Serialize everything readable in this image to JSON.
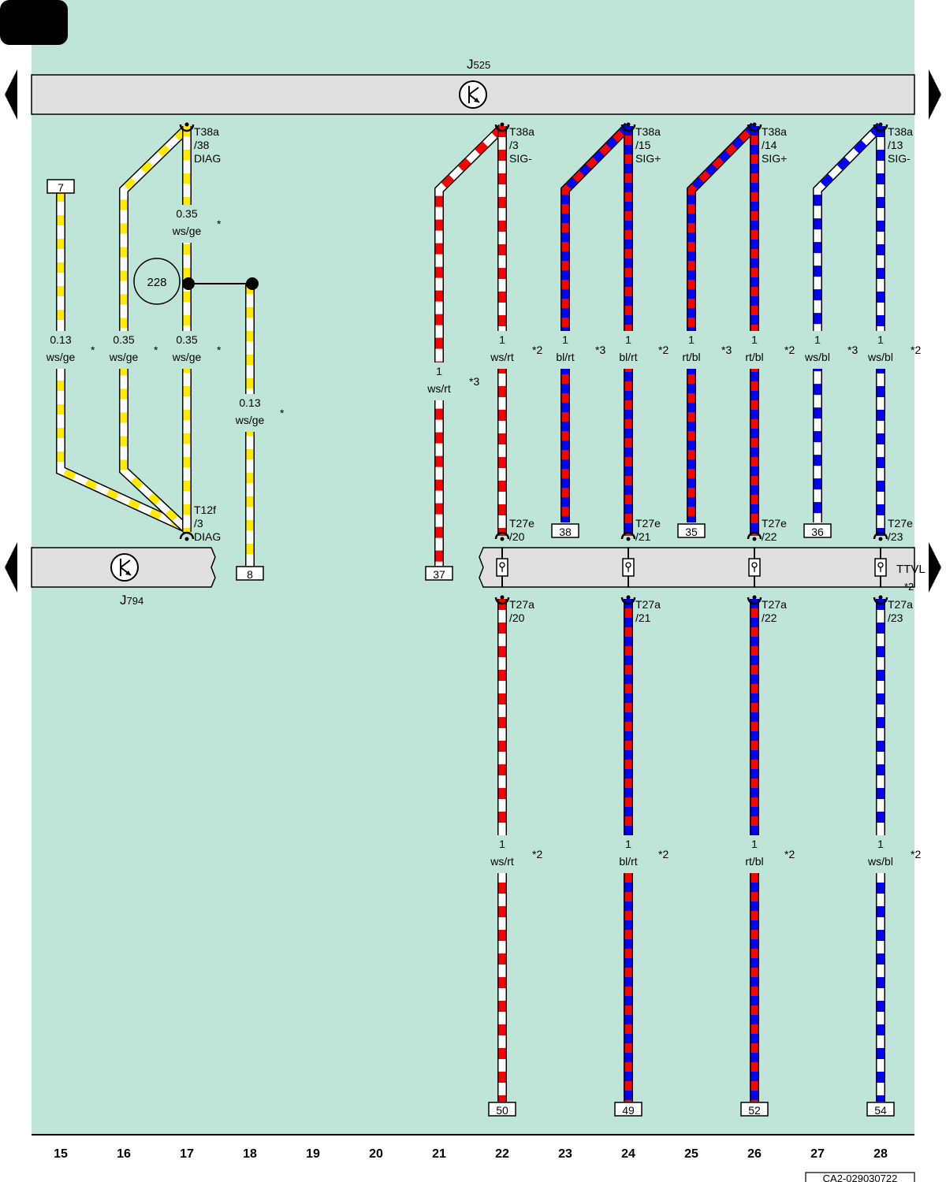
{
  "drawing_id": "CA2-029030722",
  "colors": {
    "background": "#bfe5d8",
    "component": "#e0e0e0",
    "white": "#ffffff",
    "yellow": "#ffea00",
    "red": "#ff0000",
    "blue": "#0000ff",
    "ink": "#000000"
  },
  "components": {
    "j525": {
      "name": "J",
      "sub": "525",
      "icon": "gateway-icon"
    },
    "j794": {
      "name": "J",
      "sub": "794",
      "icon": "gateway-icon"
    },
    "ttvl": {
      "name": "TTVL",
      "note": "*2"
    }
  },
  "ground_point": "228",
  "columns": [
    "15",
    "16",
    "17",
    "18",
    "19",
    "20",
    "21",
    "22",
    "23",
    "24",
    "25",
    "26",
    "27",
    "28"
  ],
  "pins_top": [
    {
      "col": "17",
      "l1": "T38a",
      "l2": "/38",
      "l3": "DIAG"
    },
    {
      "col": "22",
      "l1": "T38a",
      "l2": "/3",
      "l3": "SIG-"
    },
    {
      "col": "24",
      "l1": "T38a",
      "l2": "/15",
      "l3": "SIG+"
    },
    {
      "col": "26",
      "l1": "T38a",
      "l2": "/14",
      "l3": "SIG+"
    },
    {
      "col": "28",
      "l1": "T38a",
      "l2": "/13",
      "l3": "SIG-"
    }
  ],
  "pins_j794": [
    {
      "col": "17",
      "l1": "T12f",
      "l2": "/3",
      "l3": "DIAG"
    }
  ],
  "pins_ttvl_top": [
    {
      "col": "22",
      "l1": "T27e",
      "l2": "/20"
    },
    {
      "col": "24",
      "l1": "T27e",
      "l2": "/21"
    },
    {
      "col": "26",
      "l1": "T27e",
      "l2": "/22"
    },
    {
      "col": "28",
      "l1": "T27e",
      "l2": "/23"
    }
  ],
  "pins_ttvl_bottom": [
    {
      "col": "22",
      "l1": "T27a",
      "l2": "/20"
    },
    {
      "col": "24",
      "l1": "T27a",
      "l2": "/21"
    },
    {
      "col": "26",
      "l1": "T27a",
      "l2": "/22"
    },
    {
      "col": "28",
      "l1": "T27a",
      "l2": "/23"
    }
  ],
  "wire_labels": [
    {
      "col": "15",
      "size": "0.13",
      "color": "ws/ge",
      "note": "*"
    },
    {
      "col": "16",
      "size": "0.35",
      "color": "ws/ge",
      "note": "*"
    },
    {
      "col": "17",
      "size": "0.35",
      "color": "ws/ge",
      "note": "*"
    },
    {
      "col": "17",
      "size": "0.35",
      "color": "ws/ge",
      "note": "*",
      "upper": true
    },
    {
      "col": "18",
      "size": "0.13",
      "color": "ws/ge",
      "note": "*"
    },
    {
      "col": "21",
      "size": "1",
      "color": "ws/rt",
      "note": "*3"
    },
    {
      "col": "22",
      "size": "1",
      "color": "ws/rt",
      "note": "*2"
    },
    {
      "col": "23",
      "size": "1",
      "color": "bl/rt",
      "note": "*3"
    },
    {
      "col": "24",
      "size": "1",
      "color": "bl/rt",
      "note": "*2"
    },
    {
      "col": "25",
      "size": "1",
      "color": "rt/bl",
      "note": "*3"
    },
    {
      "col": "26",
      "size": "1",
      "color": "rt/bl",
      "note": "*2"
    },
    {
      "col": "27",
      "size": "1",
      "color": "ws/bl",
      "note": "*3"
    },
    {
      "col": "28",
      "size": "1",
      "color": "ws/bl",
      "note": "*2"
    },
    {
      "col": "22",
      "size": "1",
      "color": "ws/rt",
      "note": "*2",
      "lower": true
    },
    {
      "col": "24",
      "size": "1",
      "color": "bl/rt",
      "note": "*2",
      "lower": true
    },
    {
      "col": "26",
      "size": "1",
      "color": "rt/bl",
      "note": "*2",
      "lower": true
    },
    {
      "col": "28",
      "size": "1",
      "color": "ws/bl",
      "note": "*2",
      "lower": true
    }
  ],
  "references": [
    "7",
    "8",
    "37",
    "38",
    "35",
    "36",
    "50",
    "49",
    "52",
    "54"
  ]
}
